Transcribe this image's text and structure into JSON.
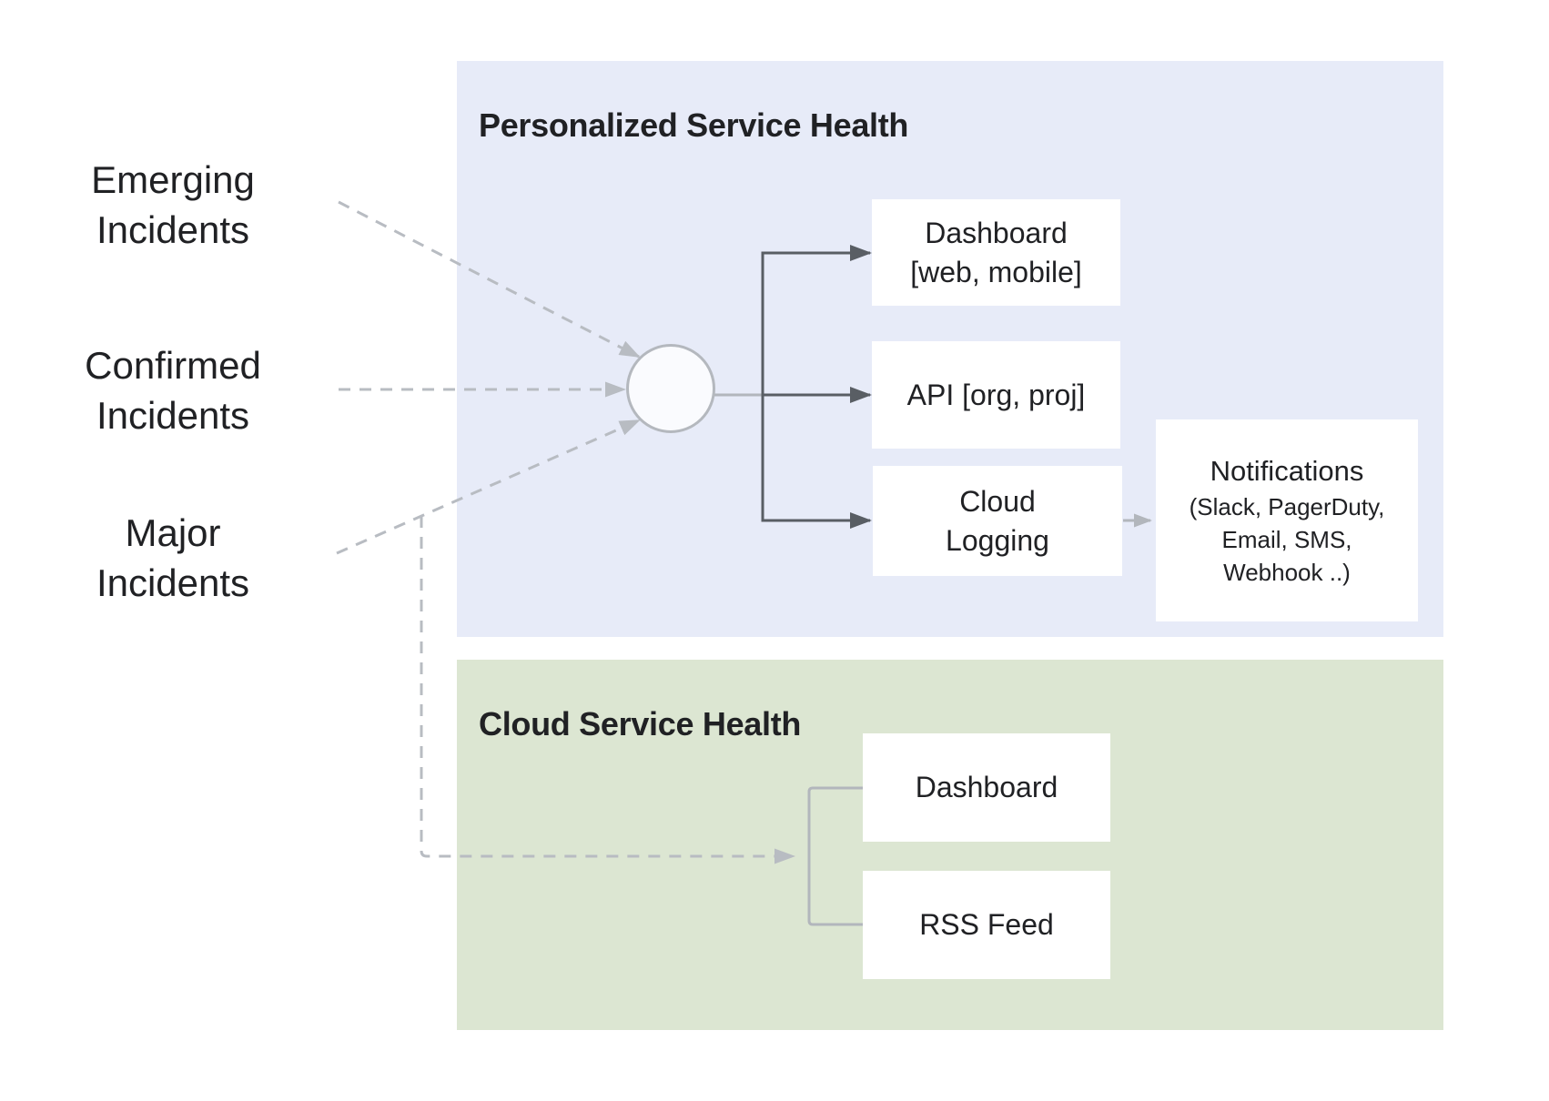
{
  "colors": {
    "personalized_panel_bg": "#e7ebf8",
    "cloud_panel_bg": "#dce6d2",
    "node_box_bg": "#ffffff",
    "text_dark": "#202124",
    "dashed_line": "#b8bcc2",
    "light_line": "#b2b6bc",
    "dark_line": "#595e64",
    "circle_fill": "#fafbfe",
    "circle_stroke": "#b4b8be"
  },
  "sources": [
    {
      "id": "emerging",
      "lines": [
        "Emerging",
        "Incidents"
      ]
    },
    {
      "id": "confirmed",
      "lines": [
        "Confirmed",
        "Incidents"
      ]
    },
    {
      "id": "major",
      "lines": [
        "Major",
        "Incidents"
      ]
    }
  ],
  "personalized": {
    "title": "Personalized Service Health",
    "dashboard": {
      "lines": [
        "Dashboard",
        "[web, mobile]"
      ]
    },
    "api": {
      "label": "API [org, proj]"
    },
    "logging": {
      "lines": [
        "Cloud",
        "Logging"
      ]
    },
    "notifications": {
      "heading": "Notifications",
      "lines": [
        "(Slack, PagerDuty,",
        "Email, SMS,",
        "Webhook ..)"
      ]
    }
  },
  "cloud": {
    "title": "Cloud Service Health",
    "dashboard": {
      "label": "Dashboard"
    },
    "rss": {
      "label": "RSS Feed"
    }
  }
}
